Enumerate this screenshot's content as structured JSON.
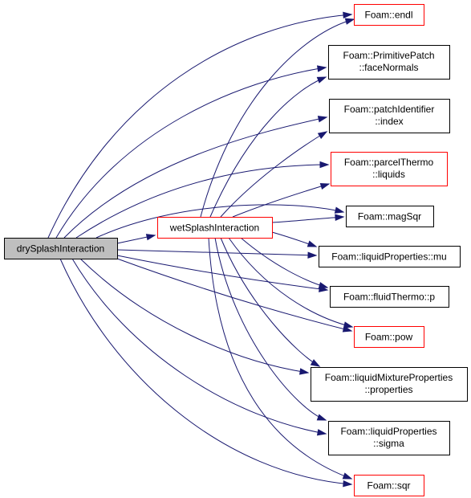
{
  "graph": {
    "colors": {
      "edge": "#191970",
      "root_fill": "#bfbfbf",
      "linked_border": "#ff0000",
      "plain_border": "#000000"
    },
    "nodes": [
      {
        "id": "drySplashInteraction",
        "lines": [
          "drySplashInteraction"
        ],
        "border": "root"
      },
      {
        "id": "wetSplashInteraction",
        "lines": [
          "wetSplashInteraction"
        ],
        "border": "red"
      },
      {
        "id": "endl",
        "lines": [
          "Foam::endl"
        ],
        "border": "red"
      },
      {
        "id": "faceNormals",
        "lines": [
          "Foam::PrimitivePatch",
          "::faceNormals"
        ],
        "border": "black"
      },
      {
        "id": "index",
        "lines": [
          "Foam::patchIdentifier",
          "::index"
        ],
        "border": "black"
      },
      {
        "id": "liquids",
        "lines": [
          "Foam::parcelThermo",
          "::liquids"
        ],
        "border": "red"
      },
      {
        "id": "magSqr",
        "lines": [
          "Foam::magSqr"
        ],
        "border": "black"
      },
      {
        "id": "mu",
        "lines": [
          "Foam::liquidProperties::mu"
        ],
        "border": "black"
      },
      {
        "id": "p",
        "lines": [
          "Foam::fluidThermo::p"
        ],
        "border": "black"
      },
      {
        "id": "pow",
        "lines": [
          "Foam::pow"
        ],
        "border": "red"
      },
      {
        "id": "properties",
        "lines": [
          "Foam::liquidMixtureProperties",
          "::properties"
        ],
        "border": "black"
      },
      {
        "id": "sigma",
        "lines": [
          "Foam::liquidProperties",
          "::sigma"
        ],
        "border": "black"
      },
      {
        "id": "sqr",
        "lines": [
          "Foam::sqr"
        ],
        "border": "red"
      }
    ],
    "edges": [
      {
        "from": "drySplashInteraction",
        "to": "wetSplashInteraction"
      },
      {
        "from": "drySplashInteraction",
        "to": "endl"
      },
      {
        "from": "drySplashInteraction",
        "to": "faceNormals"
      },
      {
        "from": "drySplashInteraction",
        "to": "index"
      },
      {
        "from": "drySplashInteraction",
        "to": "liquids"
      },
      {
        "from": "drySplashInteraction",
        "to": "magSqr"
      },
      {
        "from": "drySplashInteraction",
        "to": "mu"
      },
      {
        "from": "drySplashInteraction",
        "to": "p"
      },
      {
        "from": "drySplashInteraction",
        "to": "pow"
      },
      {
        "from": "drySplashInteraction",
        "to": "properties"
      },
      {
        "from": "drySplashInteraction",
        "to": "sigma"
      },
      {
        "from": "drySplashInteraction",
        "to": "sqr"
      },
      {
        "from": "wetSplashInteraction",
        "to": "endl"
      },
      {
        "from": "wetSplashInteraction",
        "to": "faceNormals"
      },
      {
        "from": "wetSplashInteraction",
        "to": "index"
      },
      {
        "from": "wetSplashInteraction",
        "to": "liquids"
      },
      {
        "from": "wetSplashInteraction",
        "to": "magSqr"
      },
      {
        "from": "wetSplashInteraction",
        "to": "mu"
      },
      {
        "from": "wetSplashInteraction",
        "to": "p"
      },
      {
        "from": "wetSplashInteraction",
        "to": "pow"
      },
      {
        "from": "wetSplashInteraction",
        "to": "properties"
      },
      {
        "from": "wetSplashInteraction",
        "to": "sigma"
      },
      {
        "from": "wetSplashInteraction",
        "to": "sqr"
      }
    ]
  }
}
